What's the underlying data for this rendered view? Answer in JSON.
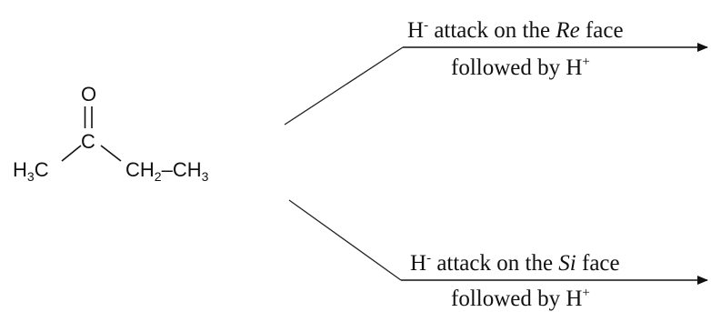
{
  "molecule": {
    "atom_O": "O",
    "atom_C": "C",
    "left_group": {
      "base": "H",
      "sub": "3",
      "tail": "C"
    },
    "right_group": {
      "base": "CH",
      "sub": "2",
      "bond": "–CH",
      "sub2": "3"
    }
  },
  "reactions": [
    {
      "hydride": "H",
      "hydride_charge": "-",
      "text_before": " attack on the ",
      "face": "Re",
      "text_after": " face",
      "followed": "followed by H",
      "proton_charge": "+"
    },
    {
      "hydride": "H",
      "hydride_charge": "-",
      "text_before": " attack on the ",
      "face": "Si",
      "text_after": " face",
      "followed": "followed by H",
      "proton_charge": "+"
    }
  ],
  "colors": {
    "ink": "#111111",
    "background": "#ffffff"
  }
}
